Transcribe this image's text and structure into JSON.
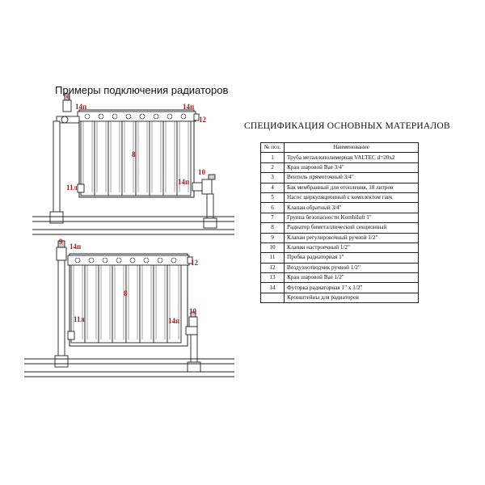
{
  "diagram_title": "Примеры подключения радиаторов",
  "spec_title": "СПЕЦИФИКАЦИЯ ОСНОВНЫХ МАТЕРИАЛОВ",
  "spec_table": {
    "headers": [
      "№ поз.",
      "Наименование"
    ],
    "rows": [
      {
        "num": "1",
        "name": "Труба металлополимерная   VALTEC  d=20x2"
      },
      {
        "num": "2",
        "name": "Кран шаровой  Вае  3/4\""
      },
      {
        "num": "3",
        "name": "Вентиль прямоточный      3/4\""
      },
      {
        "num": "4",
        "name": "Бак мембранный для отопления,     18 литров"
      },
      {
        "num": "5",
        "name": "Насос циркуляционный с комплектом гаек"
      },
      {
        "num": "6",
        "name": "Клапан обратный      3/4\""
      },
      {
        "num": "7",
        "name": "Группа безопасности   Kombiluft   1\""
      },
      {
        "num": "8",
        "name": "Радиатор биметаллический секционный"
      },
      {
        "num": "9",
        "name": "Клапан регулировочный ручной     1/2\""
      },
      {
        "num": "10",
        "name": "Клапан настроечный      1/2\""
      },
      {
        "num": "11",
        "name": "Пробка радиаторная    1\""
      },
      {
        "num": "12",
        "name": "Воздухоотводчик ручной       1/2\""
      },
      {
        "num": "13",
        "name": "Кран шаровой   Вае  1/2\""
      },
      {
        "num": "14",
        "name": "Футорка радиаторная  1\" x 1/2\""
      },
      {
        "num": "",
        "name": "Кронштейны для радиаторов"
      }
    ]
  },
  "diagram_labels": {
    "top": {
      "l9": "9",
      "l14a": "14п",
      "l14b": "14п",
      "l12": "12",
      "l8": "8",
      "l11": "11л",
      "l10": "10",
      "l14c": "14п"
    },
    "bottom": {
      "l9": "9",
      "l14a": "14п",
      "l12": "12",
      "l8": "8",
      "l11": "11л",
      "l10": "10",
      "l14c": "14п"
    }
  }
}
